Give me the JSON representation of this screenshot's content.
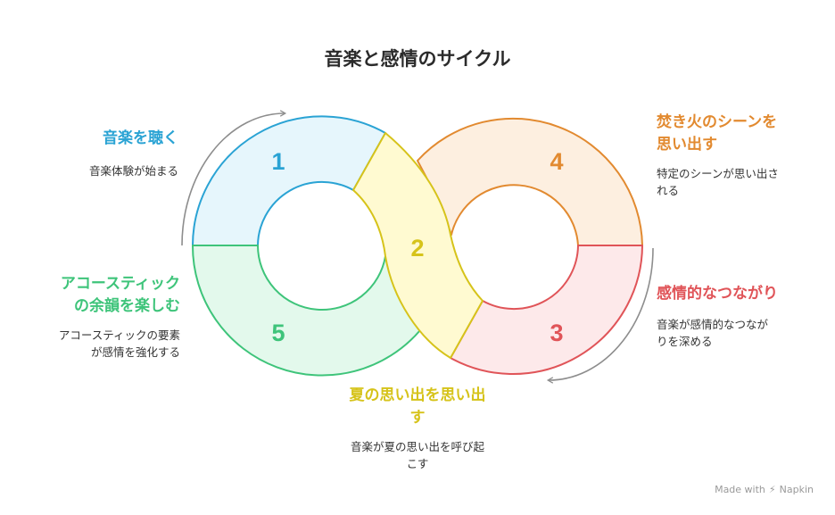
{
  "title": "音楽と感情のサイクル",
  "segments": [
    {
      "num": "1",
      "label": "音楽を聴く",
      "desc": [
        "音楽体験が始まる"
      ],
      "color": "#2aa3d4",
      "fill": "#e6f6fc"
    },
    {
      "num": "2",
      "label": "夏の思い出を思い出",
      "label2": "す",
      "desc": [
        "音楽が夏の思い出を呼び起",
        "こす"
      ],
      "color": "#d6c31a",
      "fill": "#fffad1"
    },
    {
      "num": "3",
      "label": "感情的なつながり",
      "desc": [
        "音楽が感情的なつなが",
        "りを深める"
      ],
      "color": "#e05458",
      "fill": "#fde9ea"
    },
    {
      "num": "4",
      "label": "焚き火のシーンを",
      "label2": "思い出す",
      "desc": [
        "特定のシーンが思い出さ",
        "れる"
      ],
      "color": "#e28a30",
      "fill": "#fdefe0"
    },
    {
      "num": "5",
      "label": "アコースティック",
      "label2": "の余韻を楽しむ",
      "desc": [
        "アコースティックの要素",
        "が感情を強化する"
      ],
      "color": "#3ec47a",
      "fill": "#e3f9ec"
    }
  ],
  "footer": {
    "made_with": "Made with",
    "brand": "Napkin"
  }
}
